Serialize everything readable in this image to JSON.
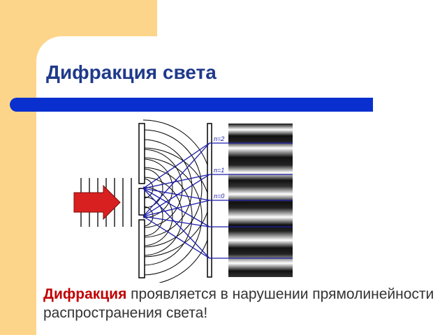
{
  "slide": {
    "title": "Дифракция света",
    "caption_term": "Дифракция",
    "caption_rest": " проявляется в нарушении прямолинейности распространения света!"
  },
  "diagram": {
    "order_labels": [
      "n=2",
      "n=1",
      "n=0"
    ]
  },
  "colors": {
    "accent": "#fdd58a",
    "title": "#1f3a8a",
    "bar": "#0a2fcf",
    "term": "#c00000",
    "rays": "#1a1aa8",
    "arrow": "#d92020"
  }
}
